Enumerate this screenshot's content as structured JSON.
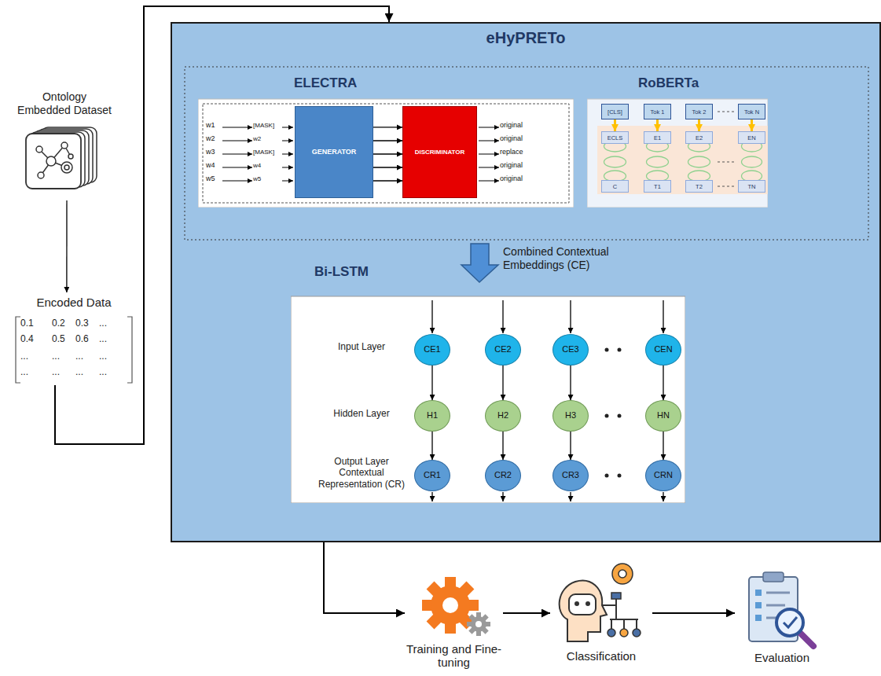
{
  "diagram": {
    "title": "eHyPRETo",
    "nodes": [
      {
        "text": [
          "Ontology Embedded Dataset"
        ]
      },
      {
        "text": [
          "Encoded Data"
        ]
      },
      {
        "text": [
          "eHyPRETo"
        ]
      },
      {
        "text": [
          "ELECTRA"
        ],
        "in": 2
      },
      {
        "text": [
          "GENERATOR"
        ],
        "in": 3
      },
      {
        "text": [
          "DISCRIMINATOR"
        ],
        "in": 3
      },
      {
        "text": [
          "RoBERTa"
        ],
        "in": 2
      },
      {
        "text": [
          "[CLS]"
        ],
        "in": 6
      },
      {
        "text": [
          "Tok 1"
        ],
        "in": 6
      },
      {
        "text": [
          "Tok 2"
        ],
        "in": 6
      },
      {
        "text": [
          "Tok N"
        ],
        "in": 6
      },
      {
        "text": [
          "ECLS"
        ],
        "in": 6
      },
      {
        "text": [
          "E1"
        ],
        "in": 6
      },
      {
        "text": [
          "E2"
        ],
        "in": 6
      },
      {
        "text": [
          "EN"
        ],
        "in": 6
      },
      {
        "text": [
          "C"
        ],
        "in": 6
      },
      {
        "text": [
          "T1"
        ],
        "in": 6
      },
      {
        "text": [
          "T2"
        ],
        "in": 6
      },
      {
        "text": [
          "TN"
        ],
        "in": 6
      },
      {
        "text": [
          "Bi-LSTM"
        ],
        "in": 2
      },
      {
        "text": [
          "CE1"
        ],
        "in": 19
      },
      {
        "text": [
          "CE2"
        ],
        "in": 19
      },
      {
        "text": [
          "CE3"
        ],
        "in": 19
      },
      {
        "text": [
          "CEN"
        ],
        "in": 19
      },
      {
        "text": [
          "H1"
        ],
        "in": 19
      },
      {
        "text": [
          "H2"
        ],
        "in": 19
      },
      {
        "text": [
          "H3"
        ],
        "in": 19
      },
      {
        "text": [
          "HN"
        ],
        "in": 19
      },
      {
        "text": [
          "CR1"
        ],
        "in": 19
      },
      {
        "text": [
          "CR2"
        ],
        "in": 19
      },
      {
        "text": [
          "CR3"
        ],
        "in": 19
      },
      {
        "text": [
          "CRN"
        ],
        "in": 19
      },
      {
        "text": [
          "Training and Fine-tuning"
        ]
      },
      {
        "text": [
          "Classification"
        ]
      },
      {
        "text": [
          "Evaluation"
        ]
      }
    ],
    "edges": [
      {
        "from": 0,
        "to": 1,
        "arrow": "to"
      },
      {
        "from": 1,
        "to": 2,
        "arrow": "to"
      },
      {
        "from": 4,
        "to": 5,
        "arrow": "to"
      },
      {
        "from": 4,
        "to": 5,
        "arrow": "to"
      },
      {
        "from": 4,
        "to": 5,
        "arrow": "to"
      },
      {
        "from": 4,
        "to": 5,
        "arrow": "to"
      },
      {
        "from": 4,
        "to": 5,
        "arrow": "to"
      },
      {
        "from": 7,
        "to": 11,
        "arrow": "to"
      },
      {
        "from": 8,
        "to": 12,
        "arrow": "to"
      },
      {
        "from": 9,
        "to": 13,
        "arrow": "to"
      },
      {
        "from": 10,
        "to": 14,
        "arrow": "to"
      },
      {
        "from": 20,
        "to": 24,
        "arrow": "to"
      },
      {
        "from": 21,
        "to": 25,
        "arrow": "to"
      },
      {
        "from": 22,
        "to": 26,
        "arrow": "to"
      },
      {
        "from": 23,
        "to": 27,
        "arrow": "to"
      },
      {
        "from": 24,
        "to": 28,
        "arrow": "to"
      },
      {
        "from": 25,
        "to": 29,
        "arrow": "to"
      },
      {
        "from": 26,
        "to": 30,
        "arrow": "to"
      },
      {
        "from": 27,
        "to": 31,
        "arrow": "to"
      },
      {
        "from": 2,
        "to": 32,
        "arrow": "to"
      },
      {
        "from": 32,
        "to": 33,
        "arrow": "to"
      },
      {
        "from": 33,
        "to": 34,
        "arrow": "to"
      }
    ],
    "labels": [
      "0.1",
      "0.2",
      "0.3",
      "...",
      "0.4",
      "0.5",
      "0.6",
      "...",
      "...",
      "...",
      "...",
      "...",
      "...",
      "...",
      "...",
      "...",
      "w1",
      "w2",
      "w3",
      "w4",
      "w5",
      "[MASK]",
      "w2",
      "[MASK]",
      "w4",
      "w5",
      "original",
      "original",
      "replace",
      "original",
      "original",
      "Combined Contextual Embeddings (CE)",
      "Input Layer",
      "Hidden Layer",
      "Output Layer Contextual Representation (CR)"
    ]
  }
}
